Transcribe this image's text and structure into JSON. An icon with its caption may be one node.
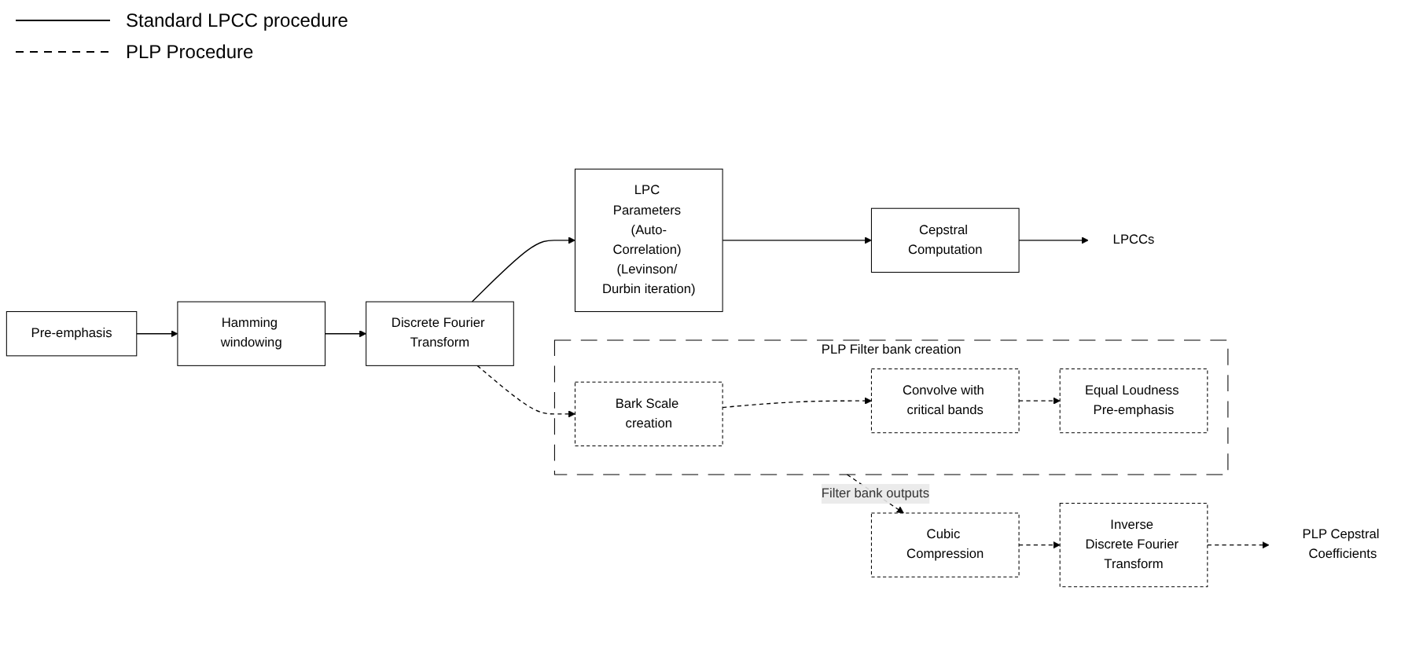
{
  "diagram": {
    "nodes": [
      {
        "text": [
          "Pre-emphasis"
        ]
      },
      {
        "text": [
          "Hamming windowing"
        ]
      },
      {
        "text": [
          "Discrete Fourier Transform"
        ]
      },
      {
        "text": [
          "LPC Parameters (Auto-Correlation) (Levinson/ Durbin iteration)"
        ]
      },
      {
        "text": [
          "Cepstral Computation"
        ]
      },
      {
        "text": [
          "LPCCs"
        ]
      },
      {
        "text": [
          "PLP Filter bank creation"
        ]
      },
      {
        "text": [
          "Bark Scale creation"
        ],
        "in": 6
      },
      {
        "text": [
          "Convolve with critical bands"
        ],
        "in": 6
      },
      {
        "text": [
          "Equal Loudness Pre-emphasis"
        ],
        "in": 6
      },
      {
        "text": [
          "Cubic Compression"
        ]
      },
      {
        "text": [
          "Inverse Discrete Fourier Transform"
        ]
      },
      {
        "text": [
          "PLP Cepstral Coefficients"
        ]
      }
    ],
    "edges": [
      {
        "from": 0,
        "to": 1,
        "arrow": "to"
      },
      {
        "from": 1,
        "to": 2,
        "arrow": "to"
      },
      {
        "from": 2,
        "to": 3,
        "arrow": "to"
      },
      {
        "from": 3,
        "to": 4,
        "arrow": "to"
      },
      {
        "from": 4,
        "to": 5,
        "arrow": "to"
      },
      {
        "from": 2,
        "to": 7,
        "arrow": "to",
        "style": "dashed"
      },
      {
        "from": 7,
        "to": 8,
        "arrow": "to",
        "style": "dashed"
      },
      {
        "from": 8,
        "to": 9,
        "arrow": "to",
        "style": "dashed"
      },
      {
        "from": 6,
        "to": 10,
        "arrow": "to",
        "style": "dashed",
        "label": "Filter bank outputs"
      },
      {
        "from": 10,
        "to": 11,
        "arrow": "to",
        "style": "dashed"
      },
      {
        "from": 11,
        "to": 12,
        "arrow": "to",
        "style": "dashed"
      }
    ],
    "legend": [
      {
        "text": "Standard LPCC procedure"
      },
      {
        "text": "PLP Procedure"
      }
    ]
  }
}
